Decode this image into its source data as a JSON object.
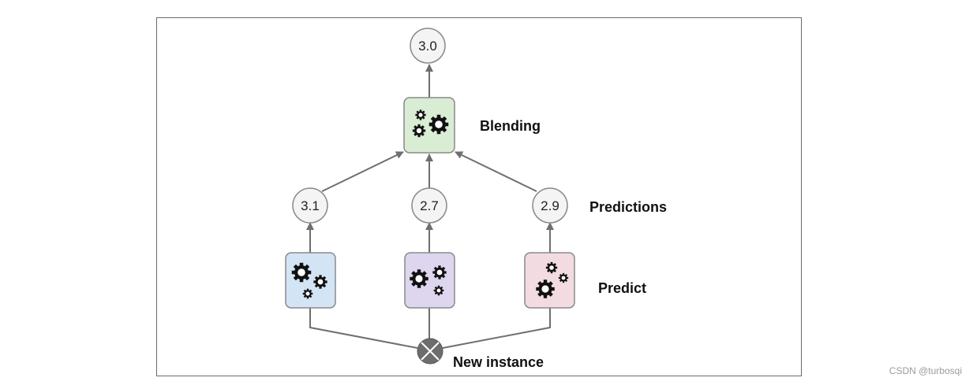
{
  "diagram": {
    "labels": {
      "blending": "Blending",
      "predictions": "Predictions",
      "predict": "Predict",
      "new_instance": "New instance"
    },
    "blender": {
      "output": "3.0",
      "color": "#d9ecd4"
    },
    "predictors": [
      {
        "prediction": "3.1",
        "color": "#d3e4f5"
      },
      {
        "prediction": "2.7",
        "color": "#ddd6ee"
      },
      {
        "prediction": "2.9",
        "color": "#f2dbe1"
      }
    ]
  },
  "watermark": "CSDN @turbosqi"
}
